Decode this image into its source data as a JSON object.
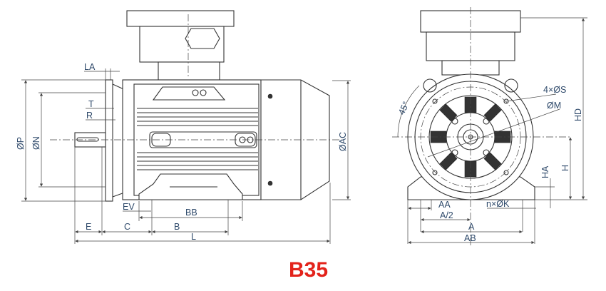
{
  "title": "B35",
  "colors": {
    "title": "#e3231b",
    "labels": "#2f4a6b",
    "lines": "#333333"
  },
  "side_view": {
    "labels": {
      "LA": "LA",
      "T": "T",
      "R": "R",
      "P": "ØP",
      "N": "ØN",
      "AC": "ØAC",
      "EV": "EV",
      "BB": "BB",
      "E": "E",
      "C": "C",
      "B": "B",
      "L": "L"
    }
  },
  "front_view": {
    "labels": {
      "S": "4×ØS",
      "M": "ØM",
      "angle": "45°",
      "HD": "HD",
      "H": "H",
      "HA": "HA",
      "K": "n×ØK",
      "AA": "AA",
      "A2": "A/2",
      "A": "A",
      "AB": "AB"
    }
  }
}
